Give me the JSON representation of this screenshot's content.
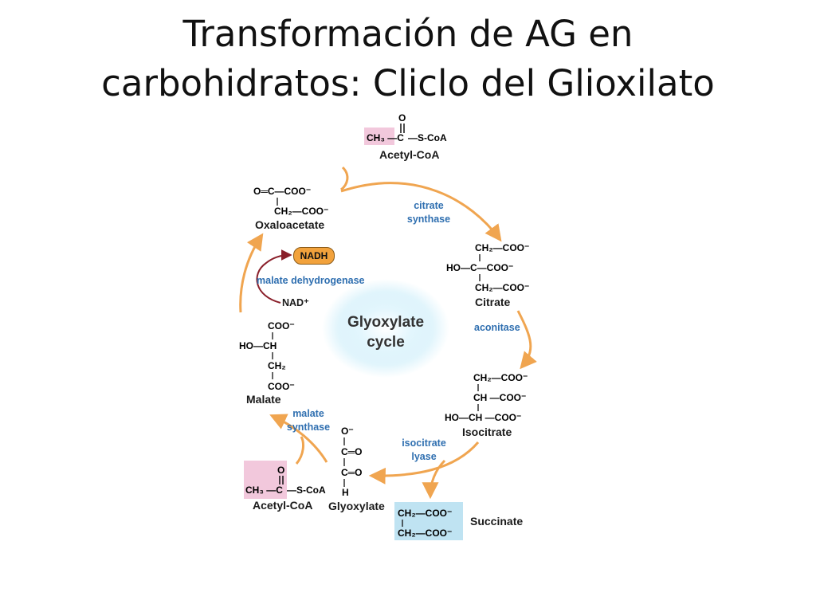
{
  "slide": {
    "title_line1": "Transformación de AG en",
    "title_line2": "carbohidratos: Cliclo del Glioxilato"
  },
  "center": {
    "line1": "Glyoxylate",
    "line2": "cycle"
  },
  "compounds": {
    "acetyl_coa_top": "Acetyl-CoA",
    "oxaloacetate": "Oxaloacetate",
    "citrate": "Citrate",
    "isocitrate": "Isocitrate",
    "glyoxylate": "Glyoxylate",
    "succinate": "Succinate",
    "malate": "Malate",
    "acetyl_coa_bottom": "Acetyl-CoA"
  },
  "enzymes": {
    "citrate_synthase": [
      "citrate",
      "synthase"
    ],
    "aconitase": "aconitase",
    "isocitrate_lyase": [
      "isocitrate",
      "lyase"
    ],
    "malate_synthase": [
      "malate",
      "synthase"
    ],
    "malate_dehydrogenase": "malate dehydrogenase"
  },
  "cofactors": {
    "nadh": "NADH",
    "nad": "NAD⁺"
  },
  "colors": {
    "arrow": "#f0a550",
    "redox_arrow": "#8a1f2a",
    "enzyme_text": "#2f6fb0",
    "acetyl_highlight": "#f2c8dc",
    "succinate_highlight": "#bfe3f2",
    "center_glow": "#cdeefa"
  }
}
